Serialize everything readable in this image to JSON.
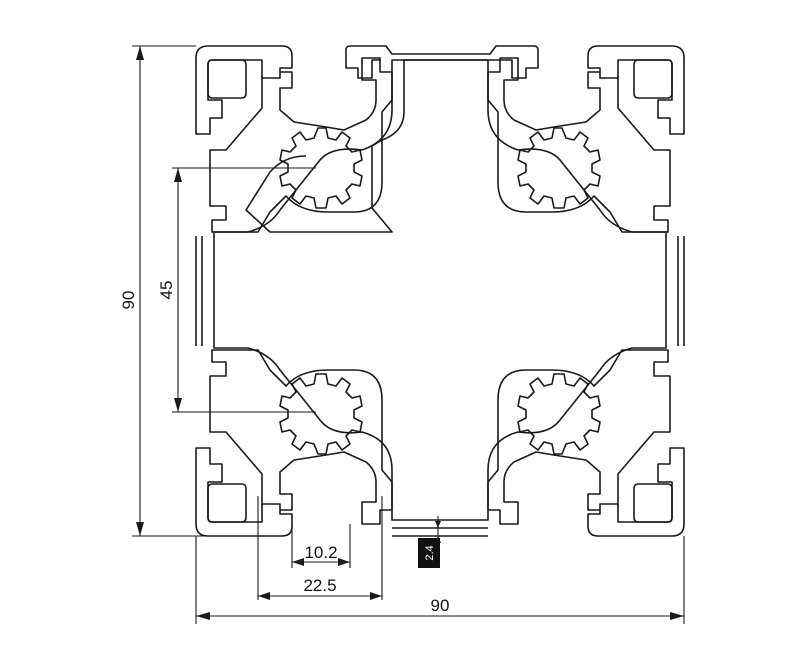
{
  "dimensions": {
    "overall_width": "90",
    "overall_height": "90",
    "hole_spacing": "45",
    "slot_opening": "10.2",
    "slot_width": "22.5",
    "wall_thickness": "2.4"
  }
}
